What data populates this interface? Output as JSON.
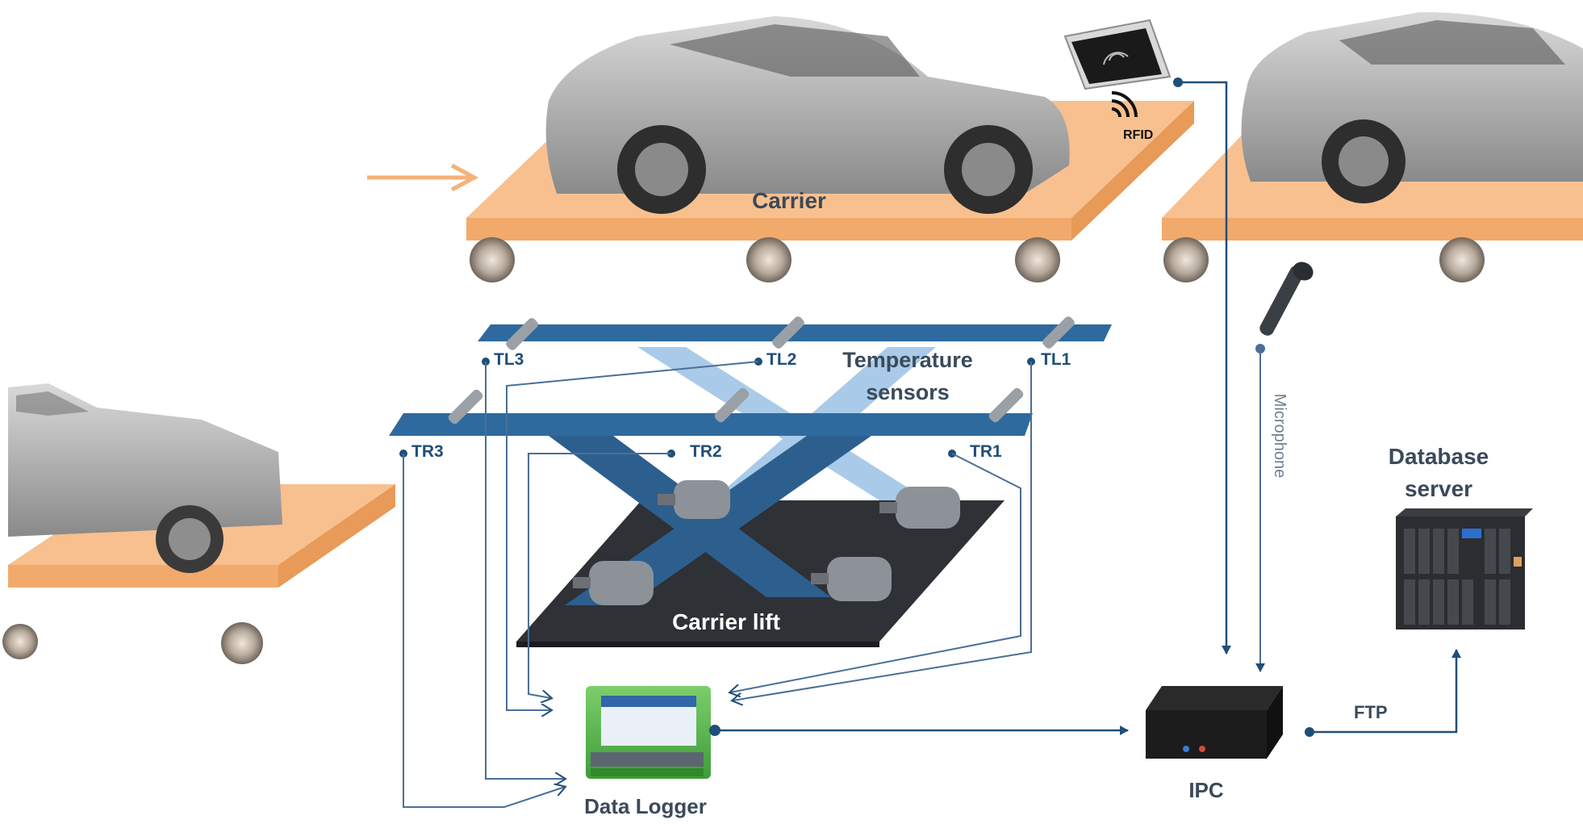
{
  "labels": {
    "carrier": "Carrier",
    "rfid": "RFID",
    "temperature_sensors_line1": "Temperature",
    "temperature_sensors_line2": "sensors",
    "carrier_lift": "Carrier lift",
    "data_logger": "Data Logger",
    "ipc": "IPC",
    "ftp": "FTP",
    "microphone": "Microphone",
    "database_server_line1": "Database",
    "database_server_line2": "server"
  },
  "sensors": {
    "tl1": "TL1",
    "tl2": "TL2",
    "tl3": "TL3",
    "tr1": "TR1",
    "tr2": "TR2",
    "tr3": "TR3"
  },
  "colors": {
    "carrier_orange": "#f8c08e",
    "rail_blue": "#2e6a9e",
    "scissor_light": "#a9cbe9",
    "scissor_dark": "#2c5f8e",
    "platform": "#2e3136",
    "wire": "#1f4e79",
    "car_body": "#bdbdbd",
    "arrow_orange": "#f5b27a"
  },
  "icons": {
    "rfid_reader": "rfid-reader-icon",
    "microphone": "microphone-icon",
    "server": "nas-server-icon",
    "ipc": "mini-pc-icon",
    "data_logger": "data-logger-icon",
    "motor": "electric-motor-icon",
    "sensor": "temperature-probe-icon"
  }
}
